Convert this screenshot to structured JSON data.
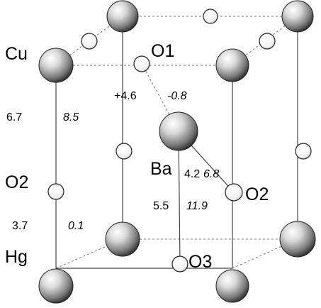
{
  "diagram": {
    "labels": {
      "cu": "Cu",
      "o1": "O1",
      "ba": "Ba",
      "o2_left": "O2",
      "o2_right": "O2",
      "hg": "Hg",
      "o3": "O3"
    },
    "values": {
      "cu_o2_a": "6.7",
      "cu_o2_b": "8.5",
      "o1_a": "+4.6",
      "o1_b": "-0.8",
      "ba_o2_a": "4.2",
      "ba_o2_b": "6.8",
      "ba_o3_a": "5.5",
      "ba_o3_b": "11.9",
      "hg_o2_a": "3.7",
      "hg_o2_b": "0.1"
    }
  }
}
